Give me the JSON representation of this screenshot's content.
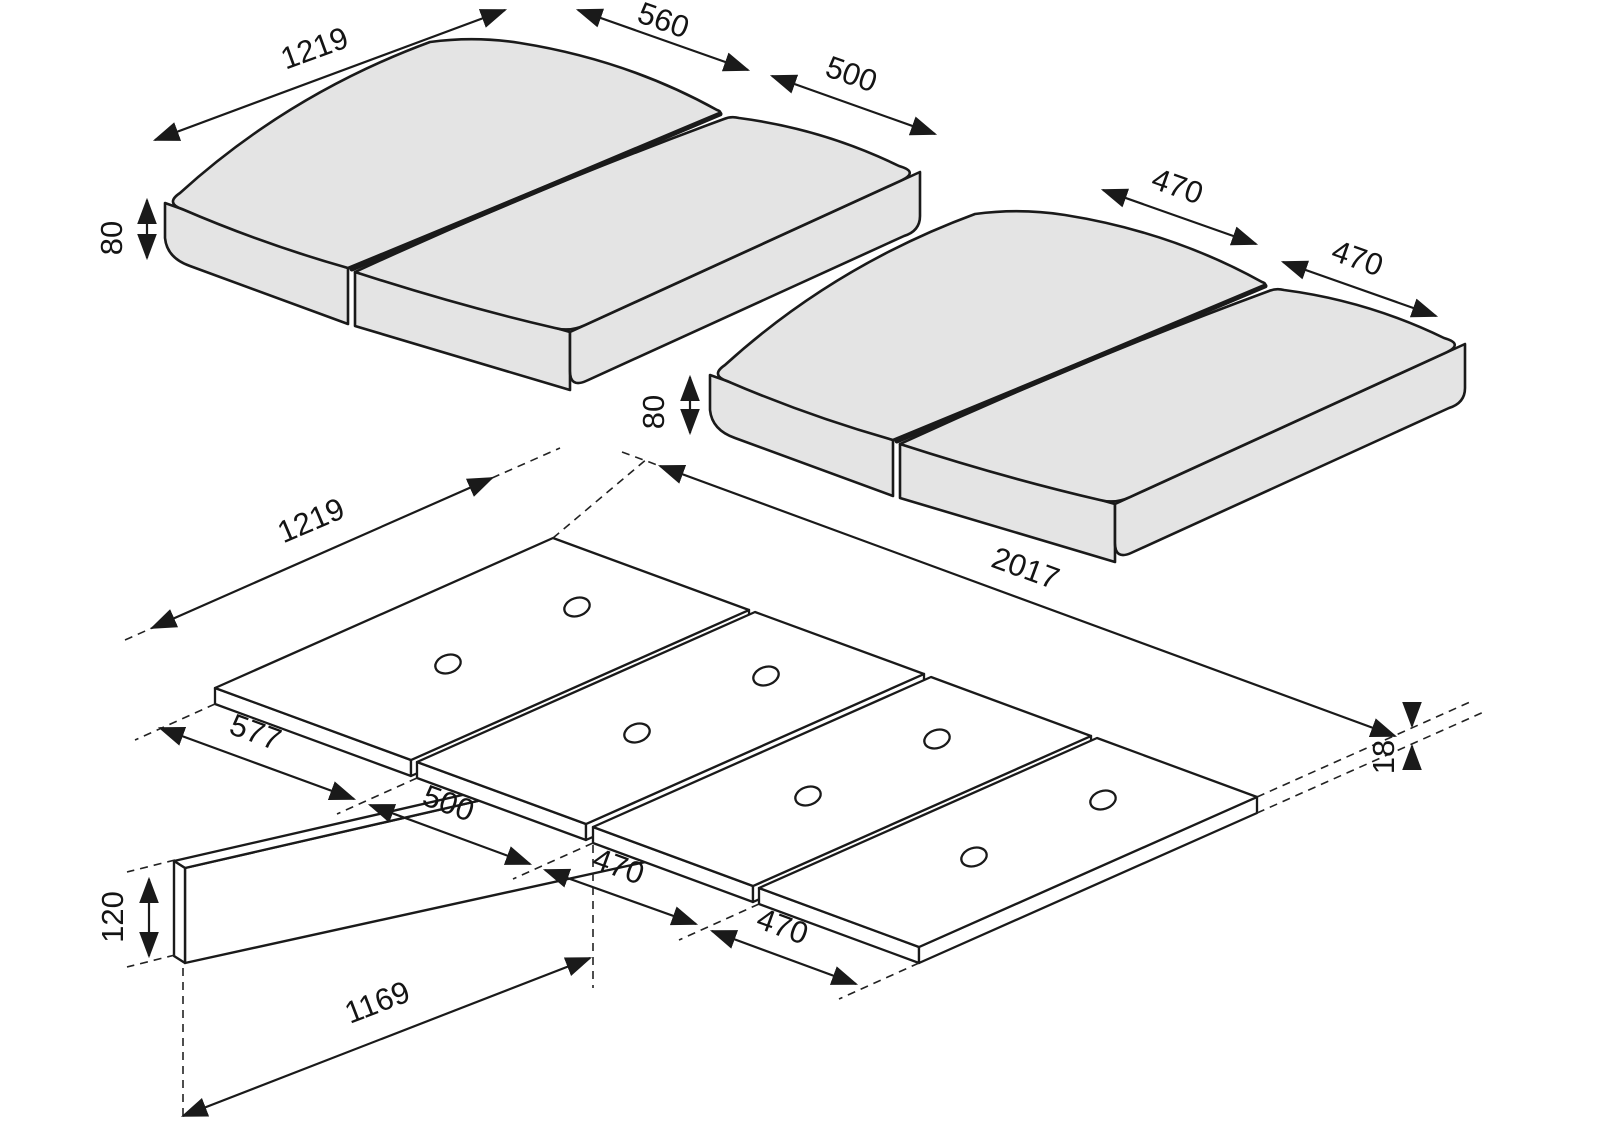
{
  "diagram": {
    "type": "technical-dimension-drawing",
    "colors": {
      "background": "#ffffff",
      "line": "#1a1a1a",
      "cushion_fill": "#e4e4e4",
      "board_fill": "#ffffff"
    },
    "labels": {
      "p1_length": "1219",
      "p1_width_a": "560",
      "p1_width_b": "500",
      "p1_height": "80",
      "p2_width_a": "470",
      "p2_width_b": "470",
      "p2_height": "80",
      "platform_length": "1219",
      "platform_total": "2017",
      "seg_a": "577",
      "seg_b": "500",
      "seg_c": "470",
      "seg_d": "470",
      "rail_length": "1169",
      "rail_height": "120",
      "thickness": "18"
    }
  }
}
